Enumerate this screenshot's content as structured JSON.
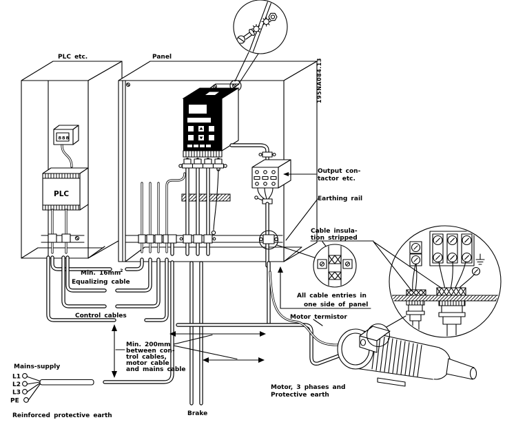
{
  "labels": {
    "plc_cabinet": "PLC etc.",
    "panel": "Panel",
    "plc_unit": "PLC",
    "plc_display": "888",
    "part_number": "195NA084.13",
    "output_contactor_l1": "Output con-",
    "output_contactor_l2": "tactor etc.",
    "earthing_rail": "Earthing rail",
    "cable_insulation_l1": "Cable insula-",
    "cable_insulation_l2": "tion stripped",
    "equalizing_l1": "Min. 16mm",
    "equalizing_sup": "2",
    "equalizing_l2": "Equalizing cable",
    "control_cables": "Control cables",
    "cable_entries_l1": "All cable entries in",
    "cable_entries_l2": "one side of panel",
    "motor_termistor": "Motor termistor",
    "min200_l1": "Min. 200mm",
    "min200_l2": "between con-",
    "min200_l3": "trol cables,",
    "min200_l4": "motor cable",
    "min200_l5": "and mains cable",
    "brake": "Brake",
    "motor_l1": "Motor, 3 phases and",
    "motor_l2": "Protective earth",
    "mains_supply": "Mains-supply",
    "reinforced_earth": "Reinforced protective earth"
  },
  "mains_terminals": [
    "L1",
    "L2",
    "L3",
    "PE"
  ],
  "colors": {
    "line": "#000000",
    "background": "#ffffff"
  }
}
